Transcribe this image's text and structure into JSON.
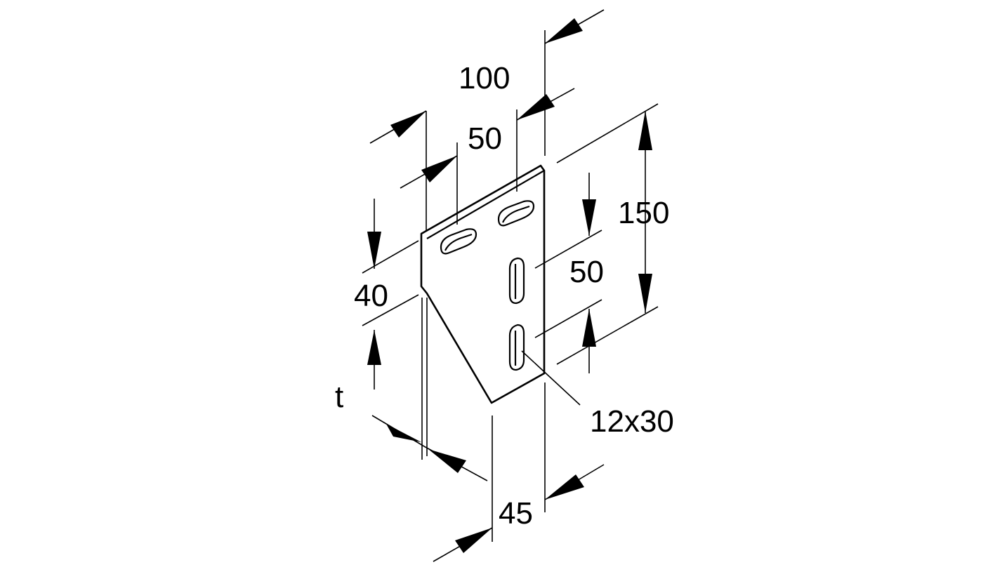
{
  "dimensions": {
    "top_width": "100",
    "hole_spacing_h": "50",
    "height": "150",
    "hole_spacing_v": "50",
    "corner_height": "40",
    "slot_size": "12x30",
    "depth": "45",
    "thickness": "t"
  },
  "colors": {
    "ink": "#000000",
    "paper": "#ffffff"
  }
}
